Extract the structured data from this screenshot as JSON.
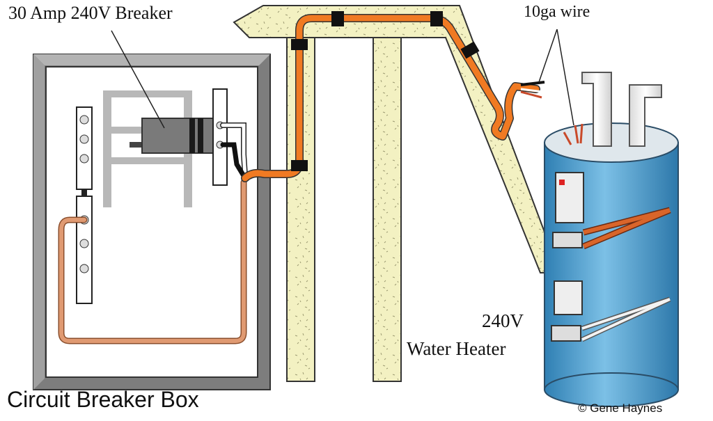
{
  "labels": {
    "breaker": "30 Amp 240V Breaker",
    "wire": "10ga wire",
    "heater_line1": "240V",
    "heater_line2": "Water Heater",
    "box": "Circuit Breaker Box",
    "credit": "© Gene Haynes"
  },
  "colors": {
    "wood": "#f3f1c2",
    "wire_orange": "#f07a22",
    "ground_copper": "#e09a72",
    "tank_blue": "#5aa9d6",
    "box_frame": "#8c8c8c",
    "breaker_gray": "#777777",
    "element_orange": "#d9652a"
  }
}
